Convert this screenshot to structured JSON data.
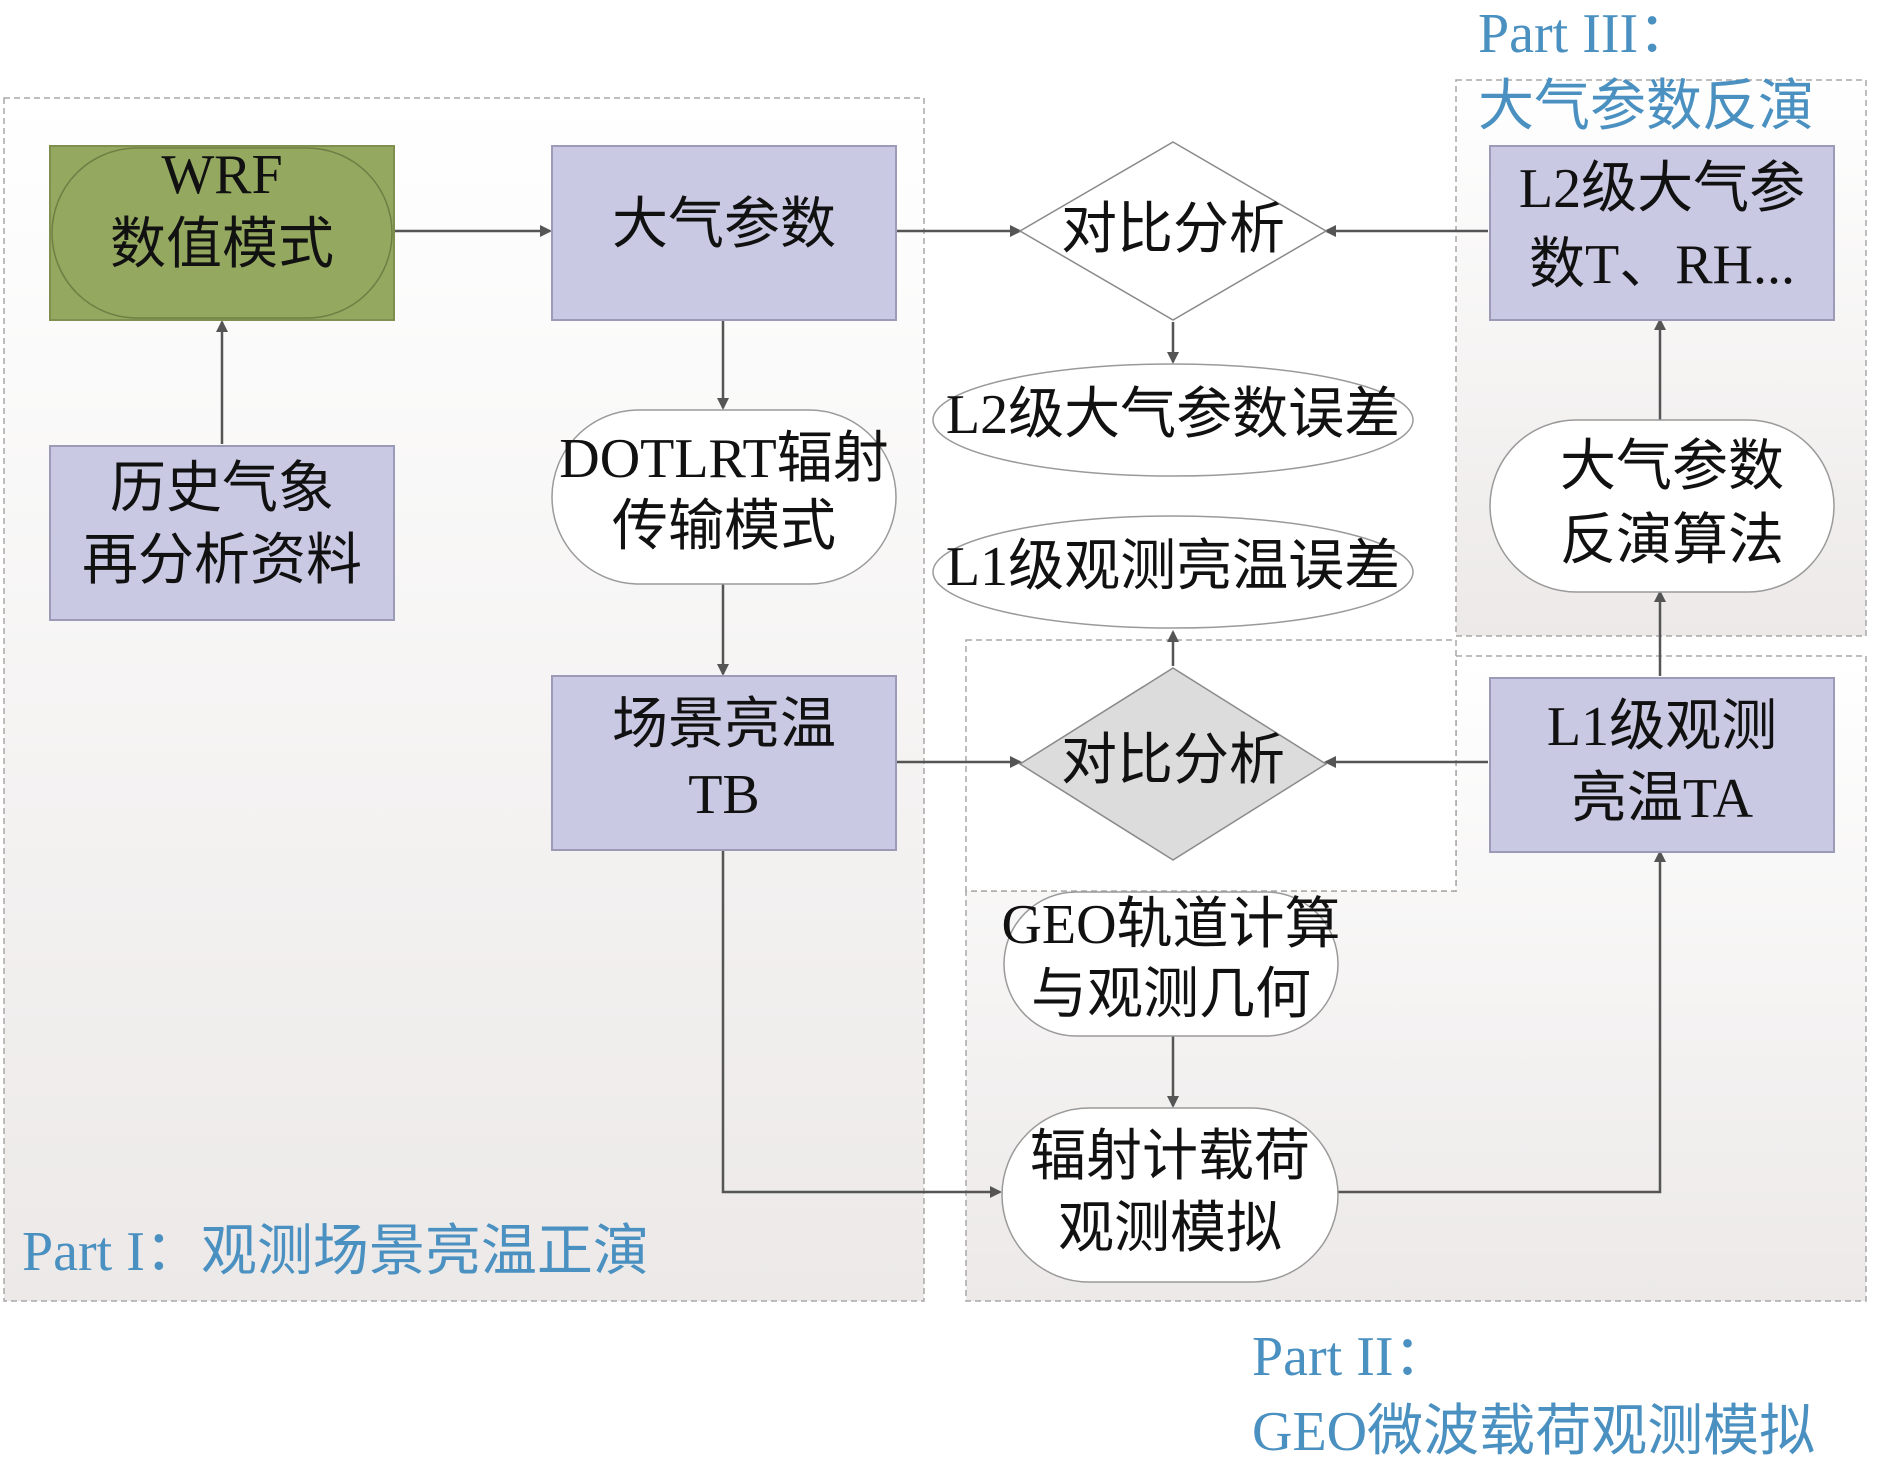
{
  "colors": {
    "region_fill_top": "#ffffff",
    "region_fill_bottom": "#ece9e8",
    "region_border": "#a8a8a8",
    "process_box_fill": "#c9c9e4",
    "process_box_border": "#9b9bb8",
    "wrf_fill": "#94a860",
    "wrf_border": "#7f8f4f",
    "title_color": "#4a90c0",
    "arrow_color": "#555555",
    "diamond_gray_fill": "#dcdcdc"
  },
  "regions": {
    "part1": {
      "title": "Part I：观测场景亮温正演"
    },
    "part2": {
      "title_line1": "Part II：",
      "title_line2": "GEO微波载荷观测模拟"
    },
    "part3": {
      "title_line1": "Part III：",
      "title_line2": "大气参数反演"
    }
  },
  "nodes": {
    "wrf": [
      "WRF",
      "数值模式"
    ],
    "history": [
      "历史气象",
      "再分析资料"
    ],
    "atmos_params": [
      "大气参数"
    ],
    "dotlrt": [
      "DOTLRT辐射",
      "传输模式"
    ],
    "scene_tb": [
      "场景亮温",
      "TB"
    ],
    "compare_top": [
      "对比分析"
    ],
    "compare_bottom": [
      "对比分析"
    ],
    "l2_error": [
      "L2级大气参数误差"
    ],
    "l1_error": [
      "L1级观测亮温误差"
    ],
    "geo_orbit": [
      "GEO轨道计算",
      "与观测几何"
    ],
    "radiometer": [
      "辐射计载荷",
      "观测模拟"
    ],
    "l2_params": [
      "L2级大气参",
      "数T、RH..."
    ],
    "retrieval": [
      "大气参数",
      "反演算法"
    ],
    "l1_ta": [
      "L1级观测",
      "亮温TA"
    ]
  }
}
